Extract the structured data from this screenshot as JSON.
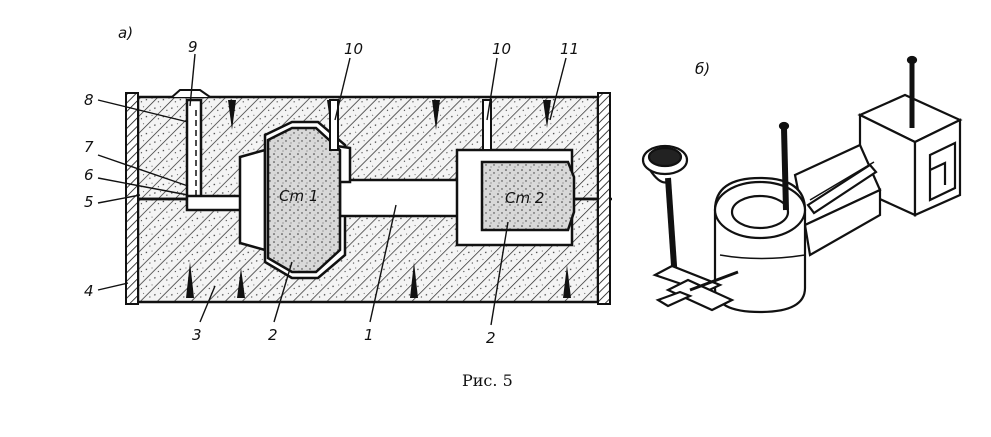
{
  "figure": {
    "panel_a_label": "а)",
    "panel_b_label": "б)",
    "caption": "Рис. 5",
    "core_labels": {
      "left": "Cm 1",
      "right": "Cm 2"
    },
    "callouts": {
      "n9": "9",
      "n8": "8",
      "n7": "7",
      "n6": "6",
      "n5": "5",
      "n4": "4",
      "n3": "3",
      "n2a": "2",
      "n1": "1",
      "n2b": "2",
      "n10a": "10",
      "n10b": "10",
      "n11": "11"
    }
  },
  "colors": {
    "ink": "#111111",
    "sand": "#f4f4f4",
    "cavity": "#ffffff",
    "core": "#dcdcdc"
  }
}
